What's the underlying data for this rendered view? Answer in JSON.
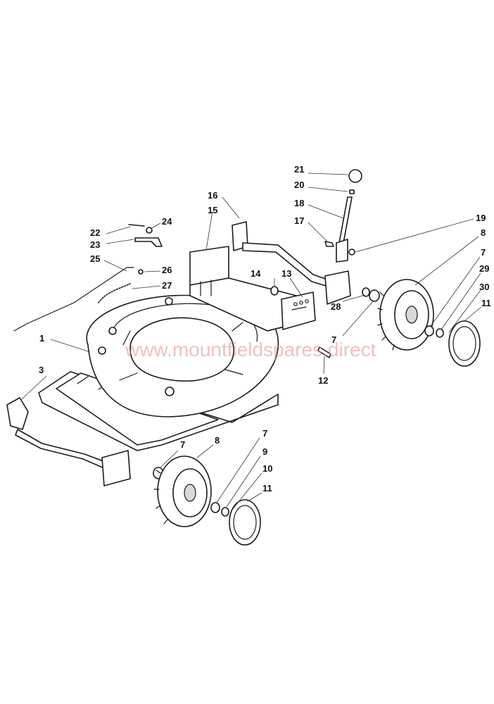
{
  "watermark": "www.mountfieldspares.direct",
  "callouts": [
    {
      "label": "21"
    },
    {
      "label": "20"
    },
    {
      "label": "18"
    },
    {
      "label": "16"
    },
    {
      "label": "15"
    },
    {
      "label": "17"
    },
    {
      "label": "19"
    },
    {
      "label": "22"
    },
    {
      "label": "24"
    },
    {
      "label": "23"
    },
    {
      "label": "25"
    },
    {
      "label": "26"
    },
    {
      "label": "27"
    },
    {
      "label": "14"
    },
    {
      "label": "13"
    },
    {
      "label": "8"
    },
    {
      "label": "7"
    },
    {
      "label": "29"
    },
    {
      "label": "30"
    },
    {
      "label": "11"
    },
    {
      "label": "28"
    },
    {
      "label": "7"
    },
    {
      "label": "1"
    },
    {
      "label": "12"
    },
    {
      "label": "3"
    },
    {
      "label": "7"
    },
    {
      "label": "8"
    },
    {
      "label": "7"
    },
    {
      "label": "9"
    },
    {
      "label": "10"
    },
    {
      "label": "11"
    }
  ]
}
